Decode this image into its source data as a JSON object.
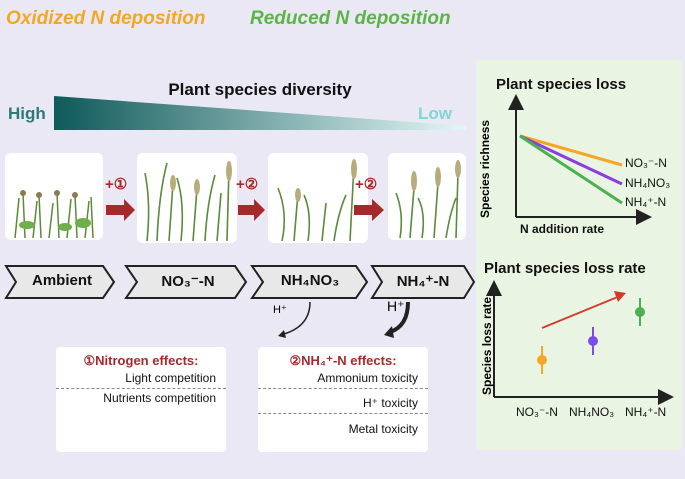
{
  "header": {
    "oxidized": "Oxidized N deposition",
    "reduced": "Reduced N deposition"
  },
  "diversity": {
    "title": "Plant species diversity",
    "high": "High",
    "low": "Low"
  },
  "arrows": {
    "a1": "+①",
    "a2": "+②",
    "a3": "+②"
  },
  "stages": {
    "s1": "Ambient",
    "s2": "NO₃⁻-N",
    "s3": "NH₄NO₃",
    "s4": "NH₄⁺-N"
  },
  "protons": {
    "p1": "H⁺",
    "p2": "H⁺"
  },
  "nitrogen_box": {
    "title": "①Nitrogen effects:",
    "items": [
      "Light competition",
      "Nutrients competition"
    ]
  },
  "nh4_box": {
    "title": "②NH₄⁺-N effects:",
    "items": [
      "Ammonium toxicity",
      "H⁺ toxicity",
      "Metal toxicity"
    ]
  },
  "loss_chart": {
    "title": "Plant species loss",
    "ylabel": "Species richness",
    "xlabel": "N addition rate",
    "series": [
      {
        "name": "NO₃⁻-N",
        "color": "#f5a623"
      },
      {
        "name": "NH₄NO₃",
        "color": "#8a3ee0"
      },
      {
        "name": "NH₄⁺-N",
        "color": "#4caf50"
      }
    ]
  },
  "rate_chart": {
    "title": "Plant species loss rate",
    "ylabel": "Species loss rate",
    "categories": [
      "NO₃⁻-N",
      "NH₄NO₃",
      "NH₄⁺-N"
    ],
    "colors": [
      "#f5a623",
      "#7b4de8",
      "#4caf50"
    ]
  }
}
